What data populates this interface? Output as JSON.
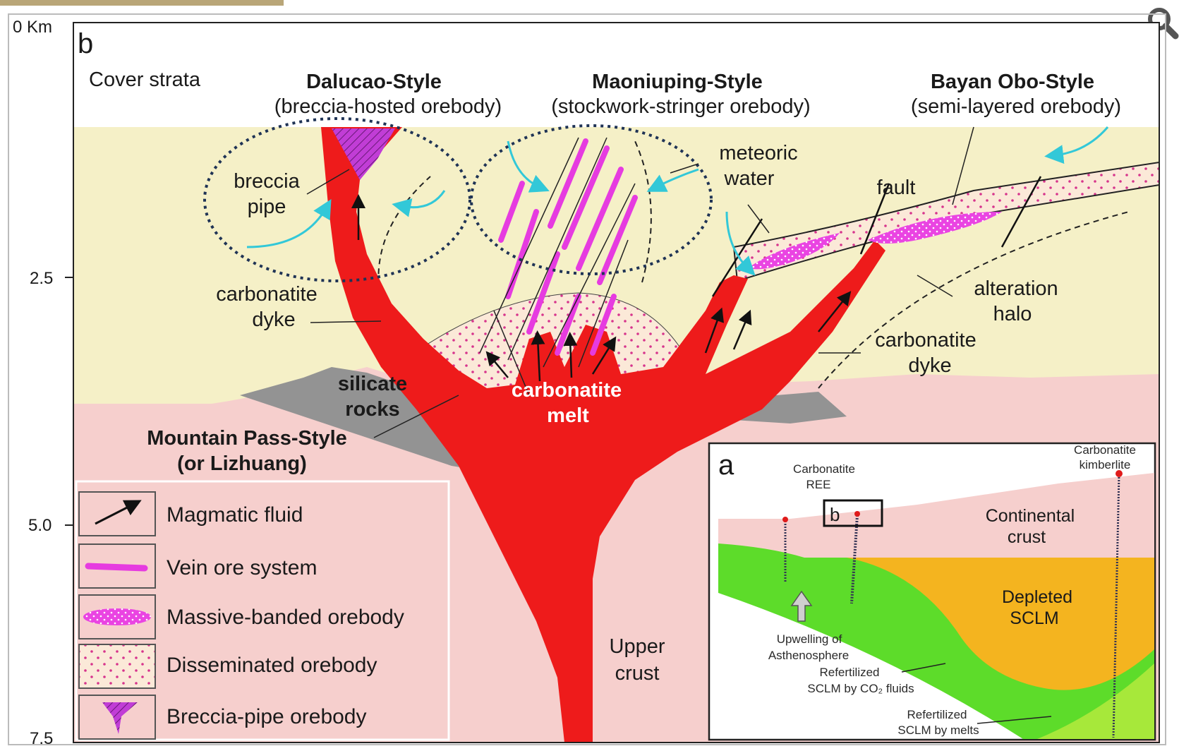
{
  "depth_axis": {
    "ticks": [
      "0 Km",
      "2.5",
      "5.0",
      "7.5"
    ]
  },
  "panel_b": {
    "panel_letter": "b",
    "cover_strata": "Cover strata",
    "styles": [
      {
        "name": "Dalucao-Style",
        "sub": "(breccia-hosted orebody)"
      },
      {
        "name": "Maoniuping-Style",
        "sub": "(stockwork-stringer orebody)"
      },
      {
        "name": "Bayan Obo-Style",
        "sub": "(semi-layered orebody)"
      }
    ],
    "labels": {
      "breccia_pipe_1": "breccia",
      "breccia_pipe_2": "pipe",
      "meteoric_1": "meteoric",
      "meteoric_2": "water",
      "fault": "fault",
      "carbonatite_dyke_left_1": "carbonatite",
      "carbonatite_dyke_left_2": "dyke",
      "alteration_1": "alteration",
      "alteration_2": "halo",
      "carbonatite_dyke_right_1": "carbonatite",
      "carbonatite_dyke_right_2": "dyke",
      "silicate_1": "silicate",
      "silicate_2": "rocks",
      "melt_1": "carbonatite",
      "melt_2": "melt",
      "mountain_pass_1": "Mountain Pass-Style",
      "mountain_pass_2": "(or Lizhuang)",
      "upper_crust_1": "Upper",
      "upper_crust_2": "crust"
    }
  },
  "legend": {
    "items": [
      {
        "label": "Magmatic fluid",
        "symbol": "arrow"
      },
      {
        "label": "Vein ore system",
        "symbol": "vein"
      },
      {
        "label": "Massive-banded orebody",
        "symbol": "massive"
      },
      {
        "label": "Disseminated orebody",
        "symbol": "dots"
      },
      {
        "label": "Breccia-pipe orebody",
        "symbol": "breccia"
      }
    ]
  },
  "inset_a": {
    "panel_letter": "a",
    "box_letter": "b",
    "carbonatite_ree_1": "Carbonatite",
    "carbonatite_ree_2": "REE",
    "carbonatite_kimb_1": "Carbonatite",
    "carbonatite_kimb_2": "kimberlite",
    "continental_1": "Continental",
    "continental_2": "crust",
    "depleted_1": "Depleted",
    "depleted_2": "SCLM",
    "upwelling_1": "Upwelling of",
    "upwelling_2": "Asthenosphere",
    "refert_co2_1": "Refertilized",
    "refert_co2_2": "SCLM by CO₂ fluids",
    "refert_melt_1": "Refertilized",
    "refert_melt_2": "SCLM by melts"
  },
  "colors": {
    "cover": "#f5f0c7",
    "crust": "#f6cfcd",
    "melt": "#ee1b1b",
    "silicate": "#939393",
    "ore": "#e63be0",
    "meteoric_arrow": "#32c8d8",
    "outline": "#1f3355",
    "sclm_green": "#5ddc2a",
    "depleted": "#f4b41f"
  }
}
